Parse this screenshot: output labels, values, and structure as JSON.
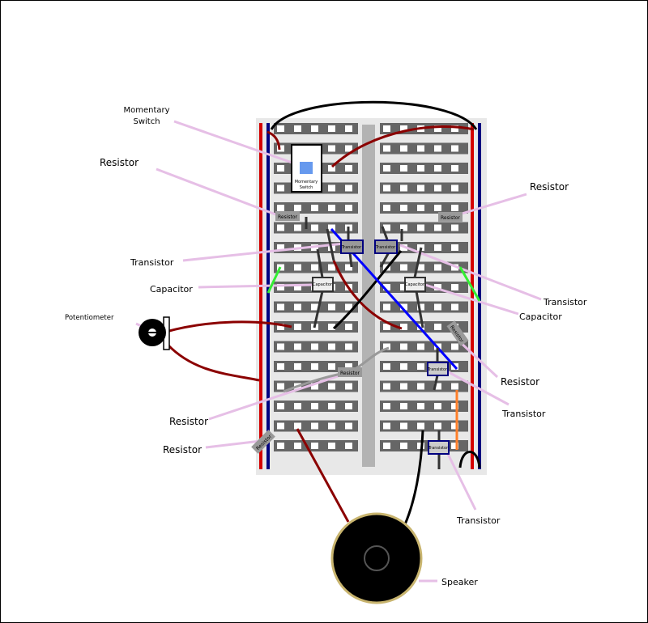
{
  "labels": {
    "momentary_switch_line1": "Momentary",
    "momentary_switch_line2": "Switch",
    "resistor_top_left": "Resistor",
    "resistor_top_right": "Resistor",
    "transistor_left": "Transistor",
    "capacitor_left": "Capacitor",
    "potentiometer": "Potentiometer",
    "transistor_right": "Transistor",
    "capacitor_right": "Capacitor",
    "resistor_mid_right": "Resistor",
    "transistor_mid_right": "Transistor",
    "resistor_bottom_left_1": "Resistor",
    "resistor_bottom_left_2": "Resistor",
    "transistor_bottom_right": "Transistor",
    "speaker": "Speaker"
  },
  "parts": {
    "switch_label_1": "Momentary",
    "switch_label_2": "Switch",
    "resistor": "Resistor",
    "transistor": "Transistor",
    "capacitor": "Capacitor"
  },
  "colors": {
    "rail_red": "#d40000",
    "rail_blue": "#000080",
    "wire_darkred": "#8b0000",
    "wire_blue": "#0000ff",
    "wire_green": "#33ee33",
    "wire_orange": "#ff7f2a",
    "leader": "#e6bfe6",
    "speaker_rim": "#c8b46e",
    "switch_button": "#6699ee"
  }
}
